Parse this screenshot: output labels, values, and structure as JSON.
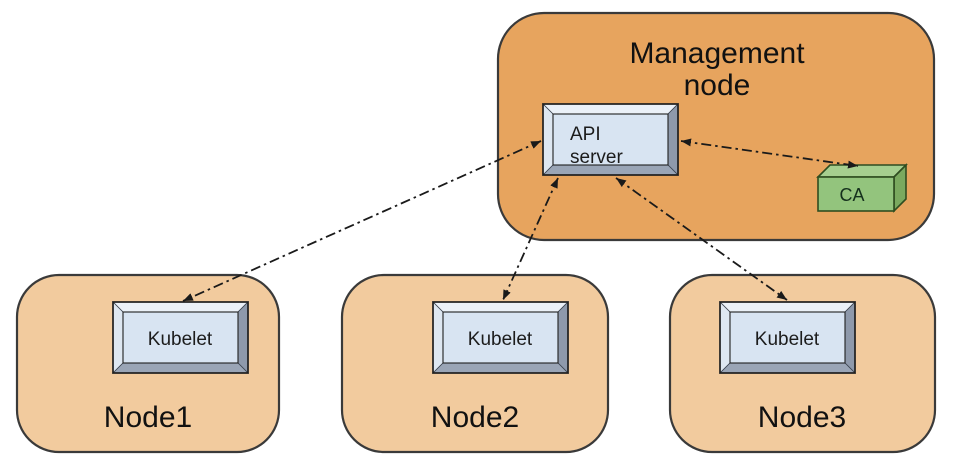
{
  "management_node": {
    "title_line1": "Management",
    "title_line2": "node",
    "api_server": {
      "label_line1": "API",
      "label_line2": "server"
    },
    "ca": {
      "label": "CA"
    }
  },
  "nodes": [
    {
      "label": "Node1",
      "component_label": "Kubelet"
    },
    {
      "label": "Node2",
      "component_label": "Kubelet"
    },
    {
      "label": "Node3",
      "component_label": "Kubelet"
    }
  ],
  "connections": [
    {
      "from": "API server",
      "to": "Node1 Kubelet",
      "line_style": "dash-dot",
      "arrows": "both"
    },
    {
      "from": "API server",
      "to": "Node2 Kubelet",
      "line_style": "dash-dot",
      "arrows": "both"
    },
    {
      "from": "API server",
      "to": "Node3 Kubelet",
      "line_style": "dash-dot",
      "arrows": "both"
    },
    {
      "from": "API server",
      "to": "CA",
      "line_style": "dash-dot",
      "arrows": "both"
    }
  ],
  "colors": {
    "management_node_fill": "#E7A45E",
    "worker_node_fill": "#F2CB9E",
    "component_face_fill": "#D8E4F2",
    "ca_front_fill": "#93C47D",
    "ca_top_fill": "#A6CF8F",
    "ca_side_fill": "#7AA95F",
    "outline": "#3A3A3A",
    "arrow": "#1A1A1A"
  }
}
